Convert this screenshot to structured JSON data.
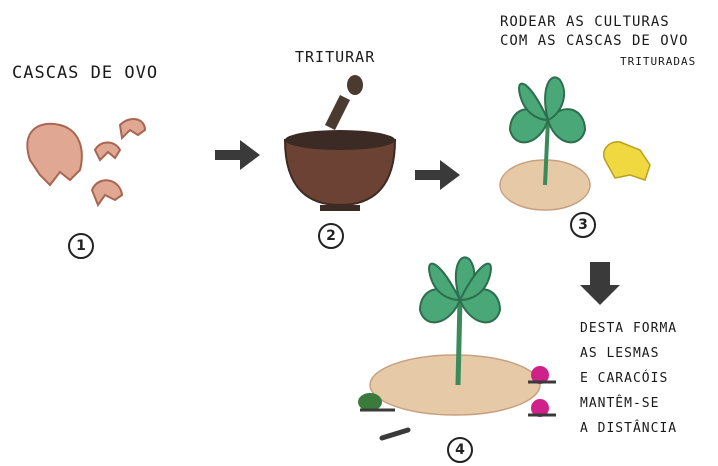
{
  "steps": [
    {
      "number": "1",
      "caption": "CASCAS DE OVO"
    },
    {
      "number": "2",
      "caption": "TRITURAR"
    },
    {
      "number": "3",
      "caption_lines": [
        "RODEAR AS CULTURAS",
        "COM AS CASCAS DE OVO",
        "TRITURADAS"
      ]
    },
    {
      "number": "4",
      "caption_lines": [
        "DESTA FORMA",
        "AS LESMAS",
        "E CARACÓIS",
        "MANTÊM-SE",
        "A DISTÂNCIA"
      ]
    }
  ],
  "colors": {
    "eggshell": "#e0a892",
    "eggshell_dark": "#a86650",
    "bowl": "#6b4234",
    "bowl_dark": "#3c2a24",
    "pestle": "#4a3a30",
    "leaf": "#4aa878",
    "leaf_dark": "#2c6e4e",
    "stem": "#3a8a5a",
    "ground": "#e6caa8",
    "glove": "#f0d840",
    "arrow": "#3a3a3a",
    "snail_shell": "#d0208a",
    "snail_green": "#3a7a3a"
  },
  "icons": [
    "arrow-right-icon",
    "arrow-down-icon",
    "glove-icon",
    "snail-icon"
  ]
}
